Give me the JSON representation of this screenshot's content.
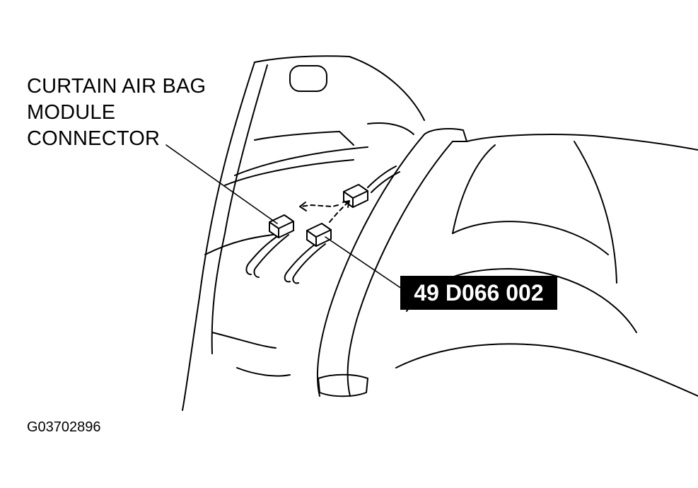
{
  "labels": {
    "connector_line1": "CURTAIN AIR BAG",
    "connector_line2": "MODULE",
    "connector_line3": "CONNECTOR",
    "tool_number": "49 D066 002",
    "figure_id": "G03702896"
  }
}
